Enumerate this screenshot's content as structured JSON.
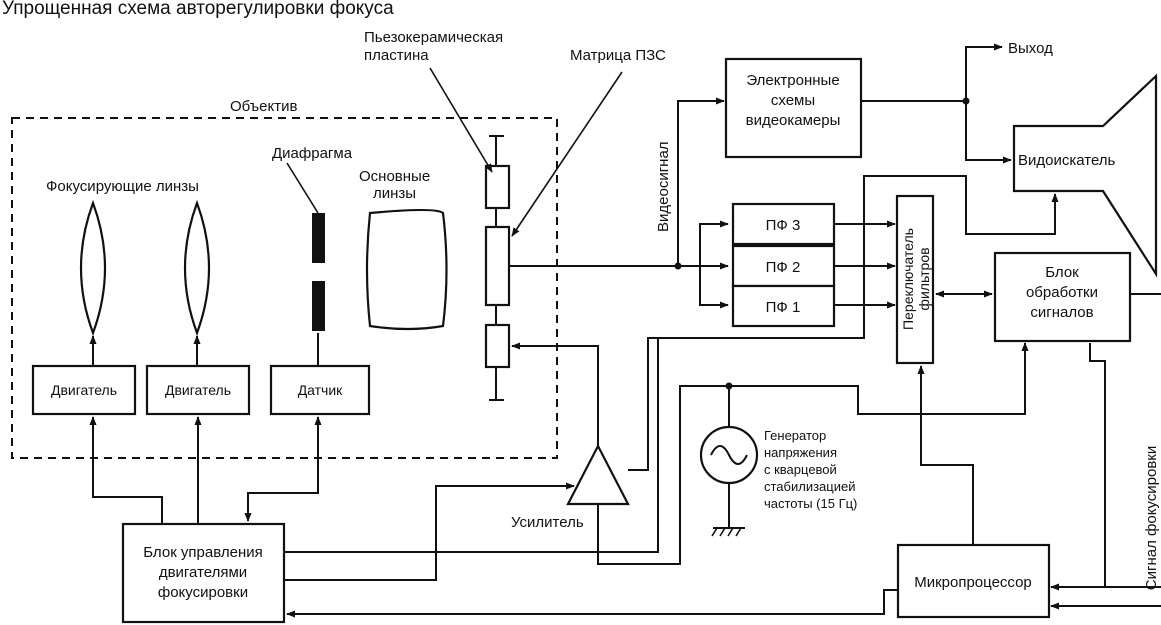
{
  "caption": "Упрощенная схема авторегулировки фокуса",
  "objective": {
    "label": "Объектив"
  },
  "lenses": {
    "focusing_label": "Фокусирующие линзы",
    "aperture_label": "Диафрагма",
    "main_label_line1": "Основные",
    "main_label_line2": "линзы"
  },
  "piezo": {
    "line1": "Пьезокерамическая",
    "line2": "пластина"
  },
  "ccd": {
    "label": "Матрица ПЗС"
  },
  "motor1": {
    "label": "Двигатель"
  },
  "motor2": {
    "label": "Двигатель"
  },
  "sensor": {
    "label": "Датчик"
  },
  "electronics": {
    "line1": "Электронные",
    "line2": "схемы",
    "line3": "видеокамеры"
  },
  "output": {
    "label": "Выход"
  },
  "viewfinder": {
    "label": "Видоискатель"
  },
  "video_signal": {
    "label": "Видеосигнал"
  },
  "filters": {
    "pf3": "ПФ 3",
    "pf2": "ПФ 2",
    "pf1": "ПФ 1"
  },
  "filter_switch": {
    "line1": "Переключатель",
    "line2": "фильтров"
  },
  "signal_processing": {
    "line1": "Блок",
    "line2": "обработки",
    "line3": "сигналов"
  },
  "focus_signal": {
    "label": "Сигнал фокусировки"
  },
  "generator": {
    "line1": "Генератор",
    "line2": "напряжения",
    "line3": "с кварцевой",
    "line4": "стабилизацией",
    "line5": "частоты (15 Гц)"
  },
  "amplifier": {
    "label": "Усилитель"
  },
  "motor_control": {
    "line1": "Блок управления",
    "line2": "двигателями",
    "line3": "фокусировки"
  },
  "microprocessor": {
    "label": "Микропроцессор"
  }
}
